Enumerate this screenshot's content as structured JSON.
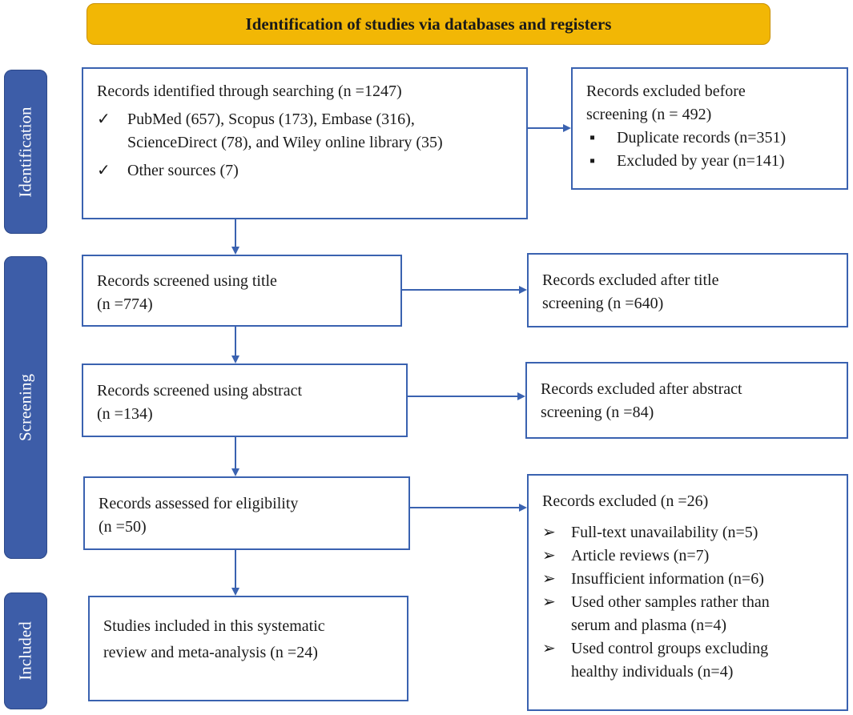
{
  "banner": "Identification of studies via databases and registers",
  "phases": {
    "identification": "Identification",
    "screening": "Screening",
    "included": "Included"
  },
  "identified": {
    "title": "Records identified through searching (n =1247)",
    "sources_line1": "PubMed (657), Scopus (173), Embase (316),",
    "sources_line2": "ScienceDirect (78), and Wiley online library (35)",
    "other": "Other sources (7)"
  },
  "excluded_before": {
    "line1": "Records excluded before",
    "line2": "screening (n = 492)",
    "items": [
      "Duplicate records (n=351)",
      "Excluded by year (n=141)"
    ]
  },
  "screened_title": {
    "line1": "Records screened using title",
    "line2": "(n =774)"
  },
  "excluded_title": {
    "line1": "Records excluded after title",
    "line2": "screening (n =640)"
  },
  "screened_abstract": {
    "line1": "Records screened using abstract",
    "line2": "(n =134)"
  },
  "excluded_abstract": {
    "line1": "Records excluded after abstract",
    "line2": "screening (n =84)"
  },
  "eligibility": {
    "line1": "Records assessed for eligibility",
    "line2": "(n =50)"
  },
  "excluded_final": {
    "title": "Records excluded (n =26)",
    "items": [
      "Full-text unavailability (n=5)",
      "Article reviews (n=7)",
      "Insufficient information (n=6)",
      "Used other samples rather than",
      "serum and plasma (n=4)",
      "Used control groups excluding",
      "healthy individuals (n=4)"
    ]
  },
  "included": {
    "line1": "Studies included in this systematic",
    "line2": "review and meta-analysis (n =24)"
  },
  "icons": {
    "check": "✓",
    "square": "▪",
    "arrow_bullet": "➢"
  },
  "colors": {
    "banner": "#f2b705",
    "phase": "#3d5da8",
    "box_border": "#3a62b0",
    "arrow": "#3a62b0"
  }
}
